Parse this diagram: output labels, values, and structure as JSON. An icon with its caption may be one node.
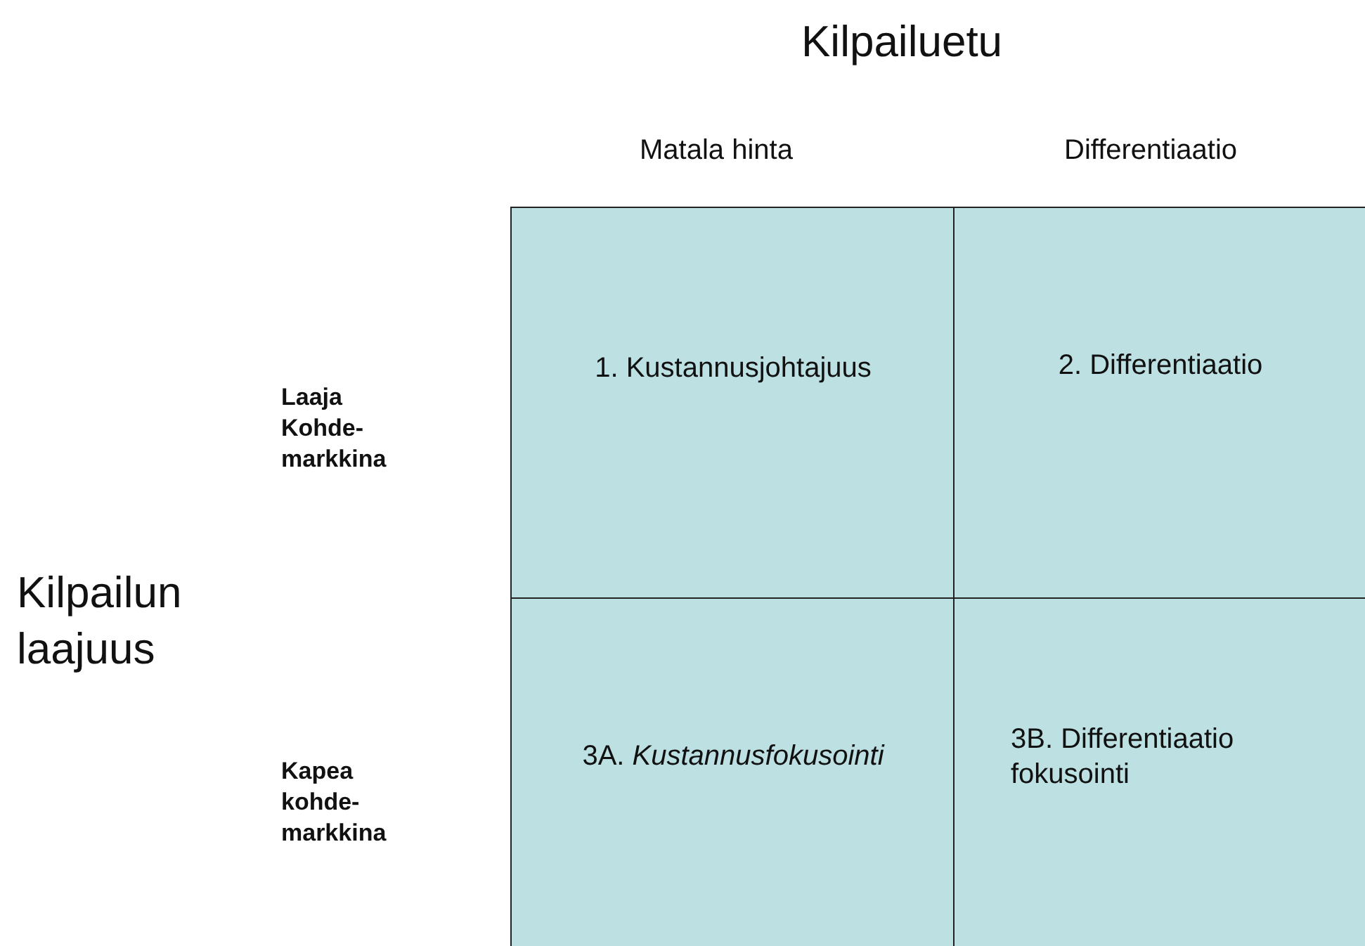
{
  "diagram": {
    "title": "Kilpailuetu",
    "nodes": [
      {
        "text": [
          "1. Kustannusjohtajuus"
        ]
      },
      {
        "text": [
          "2. Differentiaatio"
        ]
      },
      {
        "text": [
          "3A. *Kustannusfokusointi*"
        ]
      },
      {
        "text": [
          "3B. Differentiaatio fokusointi"
        ]
      }
    ],
    "labels": [
      "Matala hinta",
      "Differentiaatio",
      "Laaja Kohde- markkina",
      "Kilpailun laajuus",
      "Kapea kohde- markkina"
    ]
  }
}
